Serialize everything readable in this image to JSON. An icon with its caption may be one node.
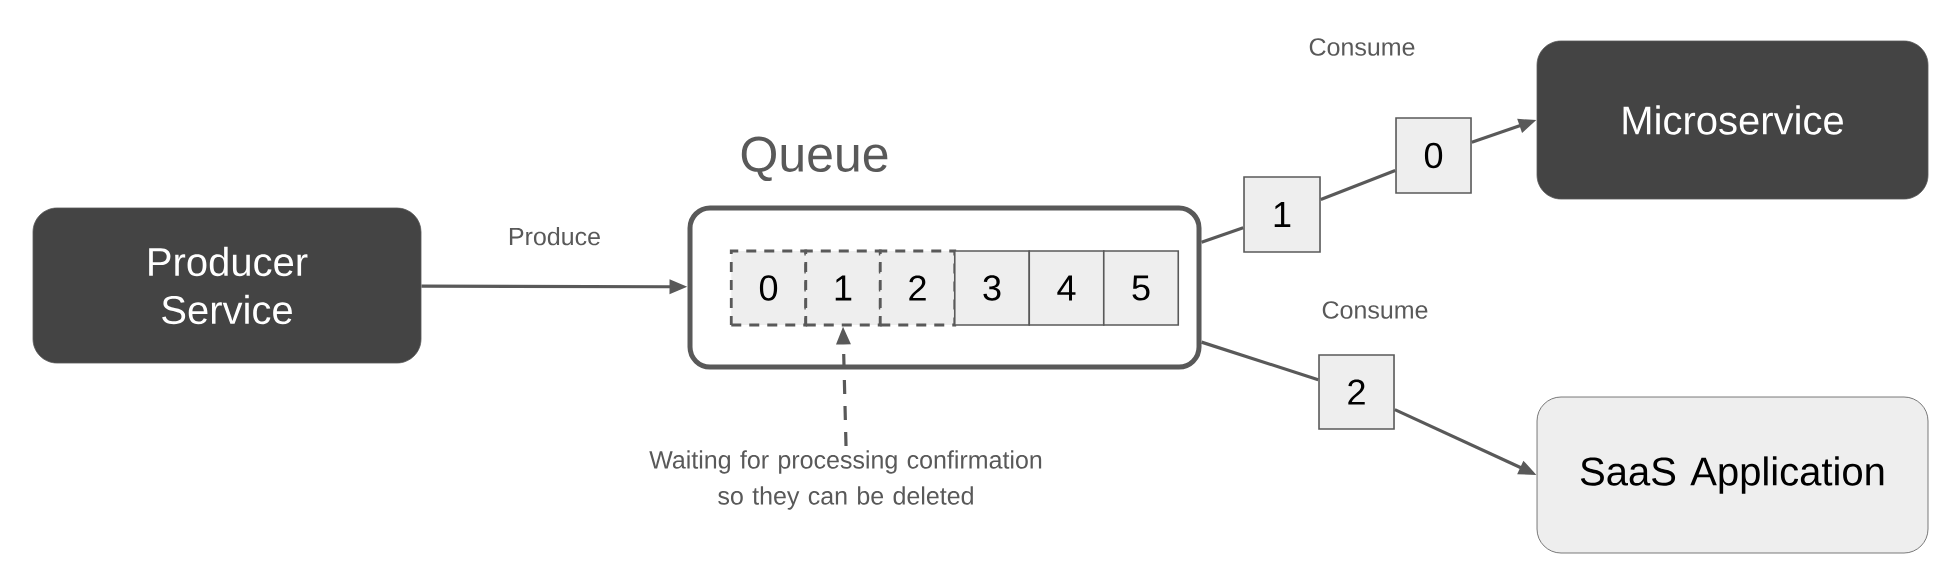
{
  "diagram": {
    "nodes": [
      {
        "text": [
          "Producer Service"
        ]
      },
      {
        "text": [
          "Queue"
        ]
      },
      {
        "text": [
          "0"
        ],
        "in": 1
      },
      {
        "text": [
          "1"
        ],
        "in": 1
      },
      {
        "text": [
          "2"
        ],
        "in": 1
      },
      {
        "text": [
          "3"
        ],
        "in": 1
      },
      {
        "text": [
          "4"
        ],
        "in": 1
      },
      {
        "text": [
          "5"
        ],
        "in": 1
      },
      {
        "text": [
          "1"
        ]
      },
      {
        "text": [
          "0"
        ]
      },
      {
        "text": [
          "Microservice"
        ]
      },
      {
        "text": [
          "2"
        ]
      },
      {
        "text": [
          "SaaS Application"
        ]
      },
      {
        "text": [
          "Waiting for processing confirmation so they can be deleted"
        ]
      }
    ],
    "edges": [
      {
        "from": 0,
        "to": 1,
        "arrow": "to",
        "label": "Produce"
      },
      {
        "from": 1,
        "to": 8,
        "arrow": "none"
      },
      {
        "from": 8,
        "to": 9,
        "arrow": "none"
      },
      {
        "from": 9,
        "to": 10,
        "arrow": "to"
      },
      {
        "from": 1,
        "to": 11,
        "arrow": "none"
      },
      {
        "from": 11,
        "to": 12,
        "arrow": "to"
      },
      {
        "from": 13,
        "to": 3,
        "arrow": "to",
        "style": "dashed"
      }
    ],
    "labels": [
      "Consume",
      "Consume"
    ]
  }
}
